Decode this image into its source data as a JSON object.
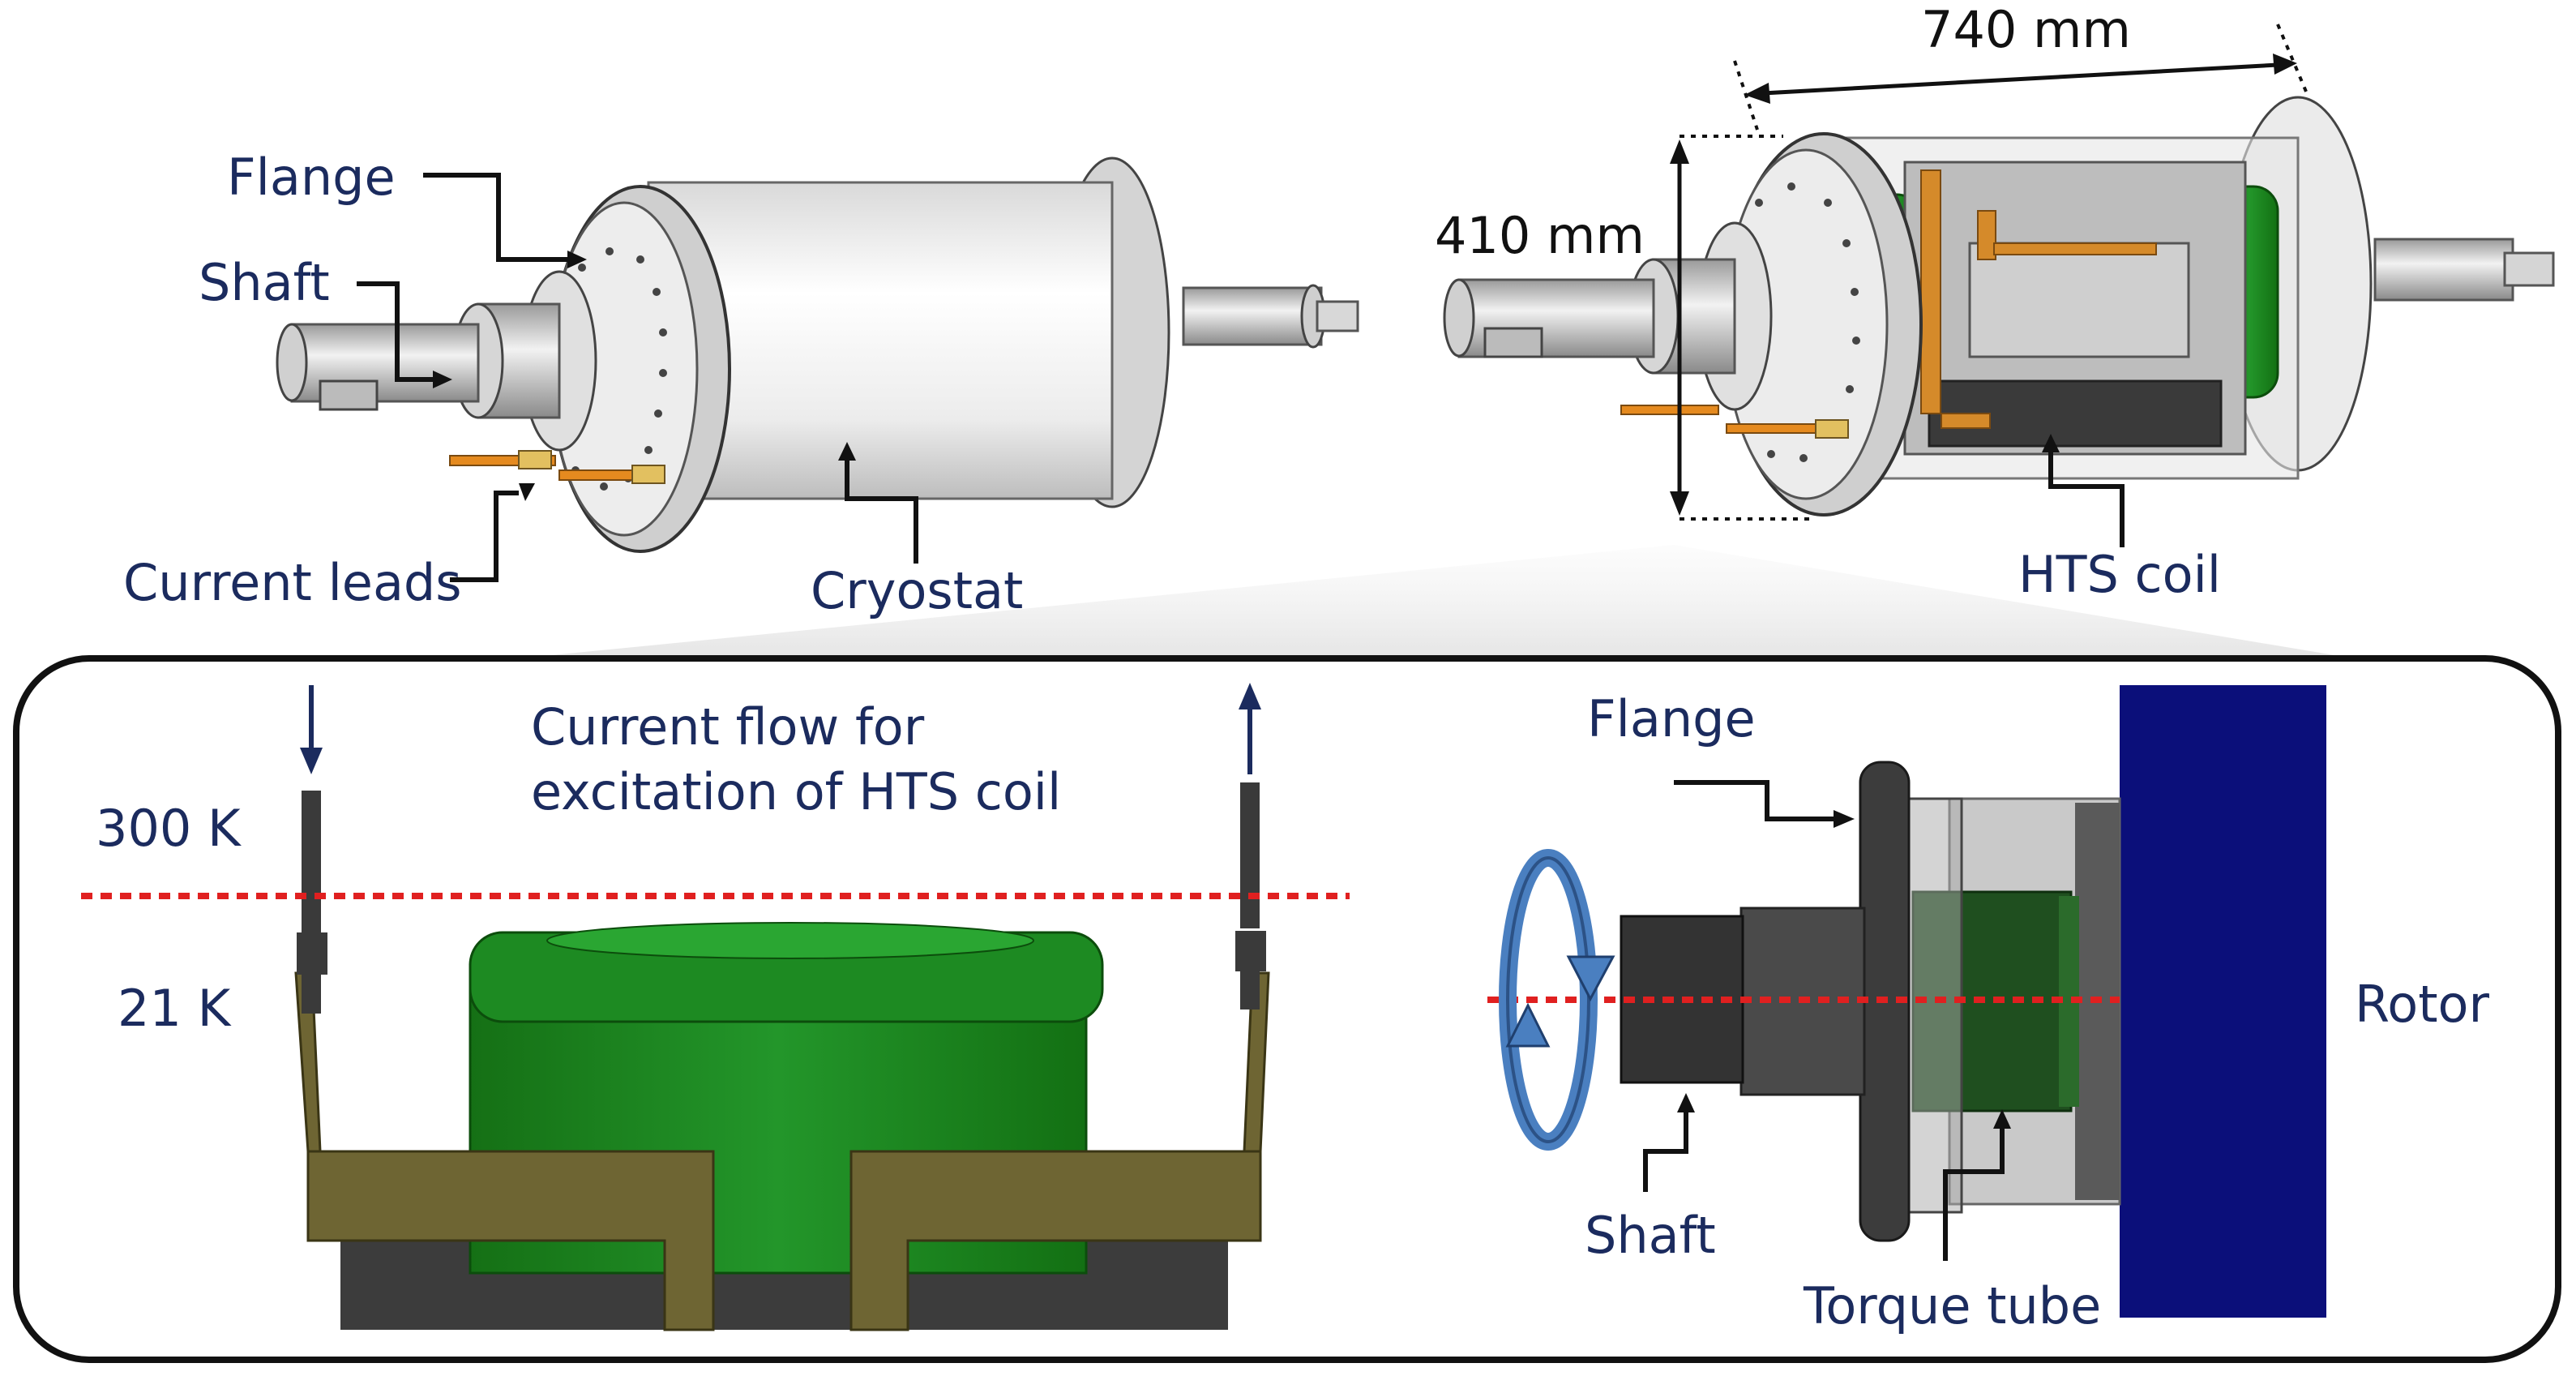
{
  "top_left": {
    "labels": {
      "flange": "Flange",
      "shaft": "Shaft",
      "current_leads": "Current leads",
      "cryostat": "Cryostat"
    }
  },
  "top_right": {
    "dimensions": {
      "length": "740 mm",
      "diameter": "410 mm"
    },
    "labels": {
      "hts_coil": "HTS coil"
    }
  },
  "bottom_left": {
    "title_line1": "Current flow for",
    "title_line2": "excitation of HTS coil",
    "temp_warm": "300 K",
    "temp_cold": "21 K"
  },
  "bottom_right": {
    "labels": {
      "flange": "Flange",
      "shaft": "Shaft",
      "torque_tube": "Torque tube",
      "rotor": "Rotor"
    }
  },
  "colors": {
    "label_text": "#1b2b5e",
    "dimension_text": "#111111",
    "coil_green": "#1a7a1a",
    "rotor_blue": "#0b0f7a",
    "lead_brass": "#6e6533",
    "temperature_line": "#e02020",
    "rotation_arrow": "#4a7fc0"
  },
  "icons": [
    "rotation-arrow-icon",
    "current-in-arrow-icon",
    "current-out-arrow-icon"
  ]
}
